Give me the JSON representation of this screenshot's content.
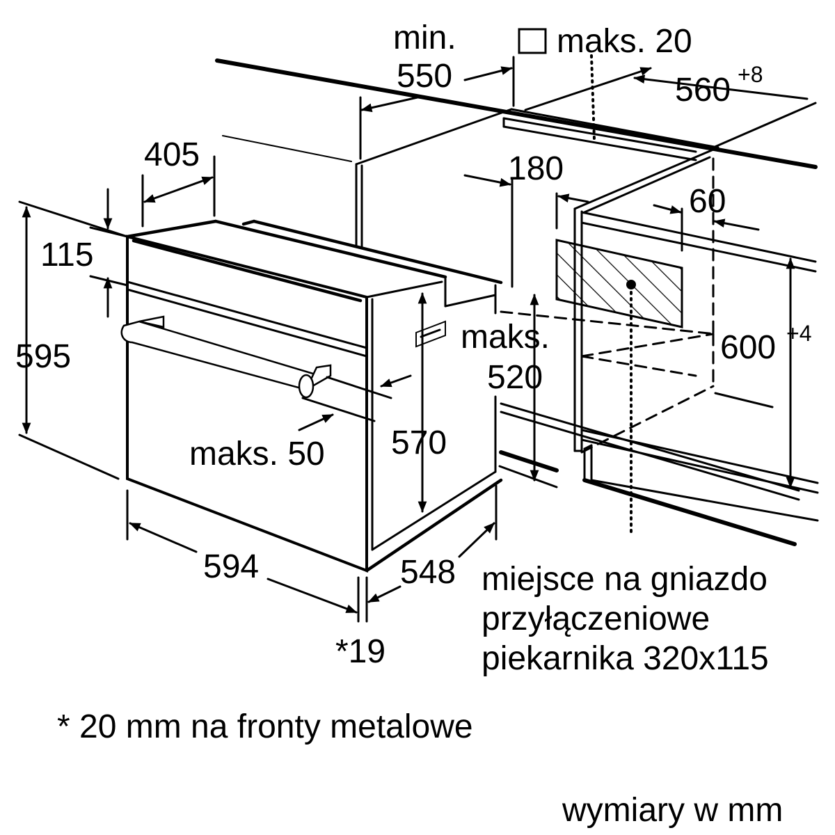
{
  "dimensions": {
    "min_label": "min.",
    "d550": "550",
    "maks20": "maks. 20",
    "d560": "560",
    "d560_sup": "+8",
    "d405": "405",
    "d180": "180",
    "d60": "60",
    "d115": "115",
    "d595": "595",
    "maks_label": "maks.",
    "d520": "520",
    "d600": "600",
    "d600_sup": "+4",
    "maks50": "maks. 50",
    "d570": "570",
    "d594": "594",
    "d548": "548",
    "d19": "*19"
  },
  "socket_note": {
    "line1": "miejsce na gniazdo",
    "line2": "przyłączeniowe",
    "line3": "piekarnika 320x115"
  },
  "footnote": "* 20 mm na fronty metalowe",
  "units_note": "wymiary w mm"
}
